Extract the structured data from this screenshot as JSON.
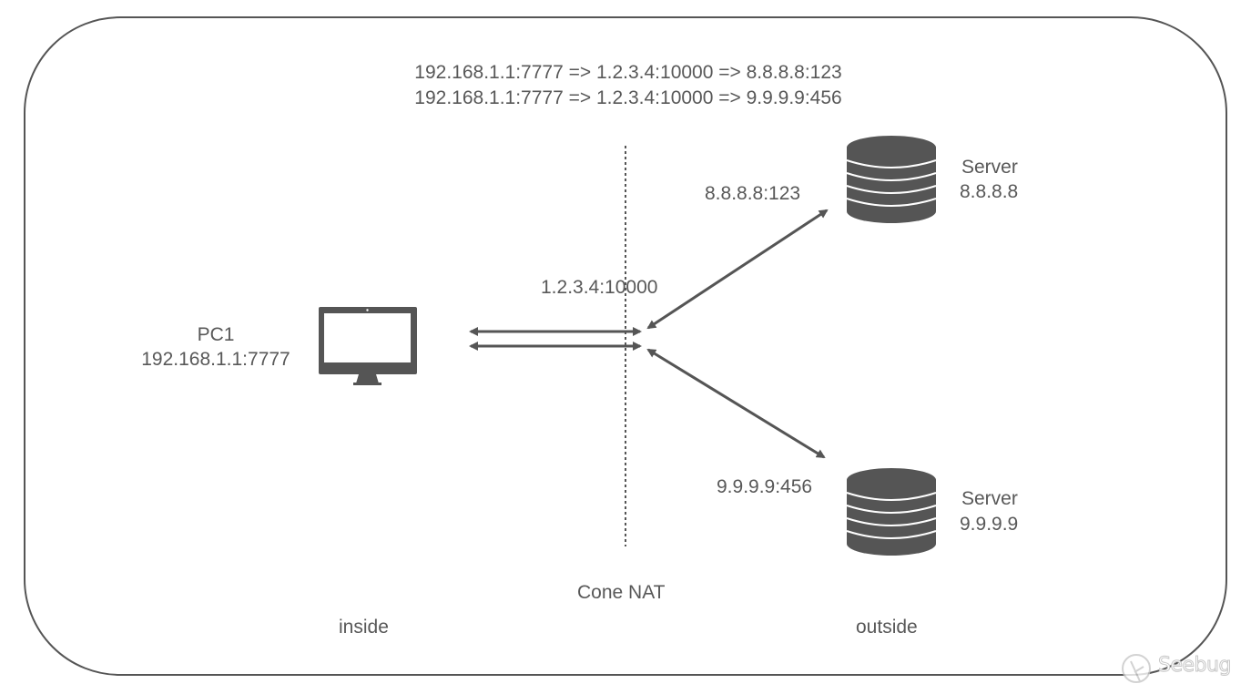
{
  "diagram": {
    "title_lines": [
      "192.168.1.1:7777 => 1.2.3.4:10000 => 8.8.8.8:123",
      "192.168.1.1:7777 => 1.2.3.4:10000 => 9.9.9.9:456"
    ],
    "pc": {
      "name": "PC1",
      "address": "192.168.1.1:7777",
      "icon": "monitor-icon"
    },
    "nat": {
      "label": "Cone NAT",
      "public_endpoint": "1.2.3.4:10000"
    },
    "servers": [
      {
        "name": "Server",
        "ip": "8.8.8.8",
        "endpoint": "8.8.8.8:123",
        "icon": "database-icon"
      },
      {
        "name": "Server",
        "ip": "9.9.9.9",
        "endpoint": "9.9.9.9:456",
        "icon": "database-icon"
      }
    ],
    "zones": {
      "inside": "inside",
      "outside": "outside"
    },
    "watermark": "Seebug",
    "colors": {
      "stroke": "#555555",
      "text": "#585858",
      "background": "#ffffff"
    }
  }
}
